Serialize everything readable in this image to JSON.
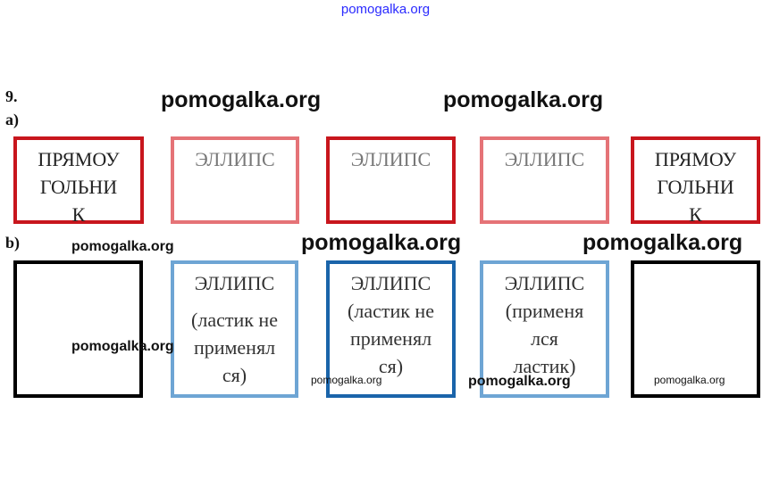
{
  "site_watermark": "pomogalka.org",
  "task_number": "9.",
  "part_a": {
    "label": "а)",
    "boxes": [
      {
        "lines": [
          "ПРЯМОУ",
          "ГОЛЬНИ",
          "К"
        ]
      },
      {
        "lines": [
          "ЭЛЛИПС"
        ]
      },
      {
        "lines": [
          "ЭЛЛИПС"
        ]
      },
      {
        "lines": [
          "ЭЛЛИПС"
        ]
      },
      {
        "lines": [
          "ПРЯМОУ",
          "ГОЛЬНИ",
          "К"
        ]
      }
    ]
  },
  "part_b": {
    "label": "b)",
    "boxes": [
      {
        "lines": []
      },
      {
        "lines": [
          "ЭЛЛИПС",
          "(ластик не",
          "применял",
          "ся)"
        ]
      },
      {
        "lines": [
          "ЭЛЛИПС",
          "(ластик не",
          "применял",
          "ся)"
        ]
      },
      {
        "lines": [
          "ЭЛЛИПС",
          "(применя",
          "лся",
          "ластик)"
        ]
      },
      {
        "lines": []
      }
    ]
  },
  "colors": {
    "red": "#c8161d",
    "blue": "#1a64aa",
    "black": "#000000"
  }
}
